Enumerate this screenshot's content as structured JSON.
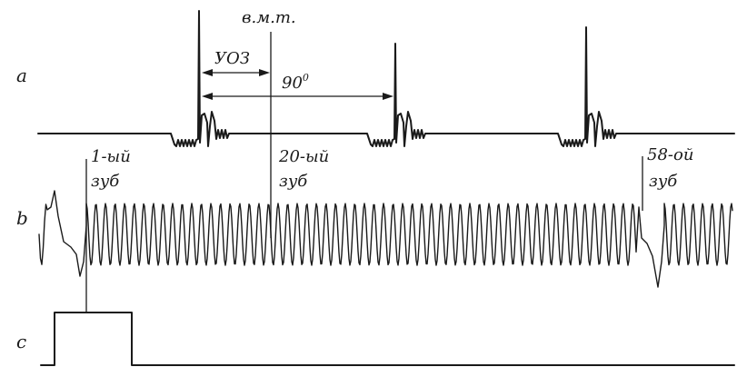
{
  "labels": {
    "row_a": "a",
    "row_b": "b",
    "row_c": "c",
    "tdc": "в.м.т.",
    "advance": "УОЗ",
    "angle": "90",
    "angle_unit": "0",
    "tooth1_line1": "1-ый",
    "tooth1_line2": "зуб",
    "tooth20_line1": "20-ый",
    "tooth20_line2": "зуб",
    "tooth58_line1": "58-ой",
    "tooth58_line2": "зуб"
  },
  "colors": {
    "ink": "#1a1a1a",
    "background": "#ffffff"
  }
}
